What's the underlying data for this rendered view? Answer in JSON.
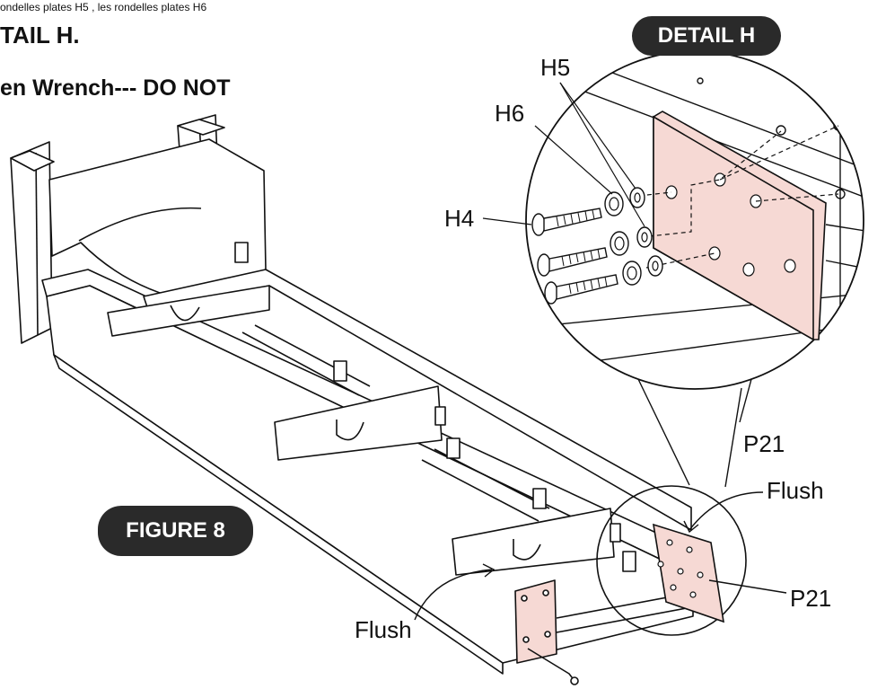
{
  "header": {
    "note_line": "ondelles plates H5 , les rondelles plates H6",
    "detail_reference": "TAIL H.",
    "warning": "en Wrench--- DO NOT"
  },
  "badges": {
    "detail": "DETAIL H",
    "figure": "FIGURE 8"
  },
  "callouts": {
    "h5": "H5",
    "h6": "H6",
    "h4": "H4",
    "p21_detail": "P21",
    "flush_detail": "Flush",
    "p21_figure": "P21",
    "flush_figure": "Flush"
  },
  "colors": {
    "line": "#111111",
    "panel_fill": "#f6d9d4",
    "badge_fill": "#2a2a2a",
    "badge_text": "#ffffff"
  }
}
